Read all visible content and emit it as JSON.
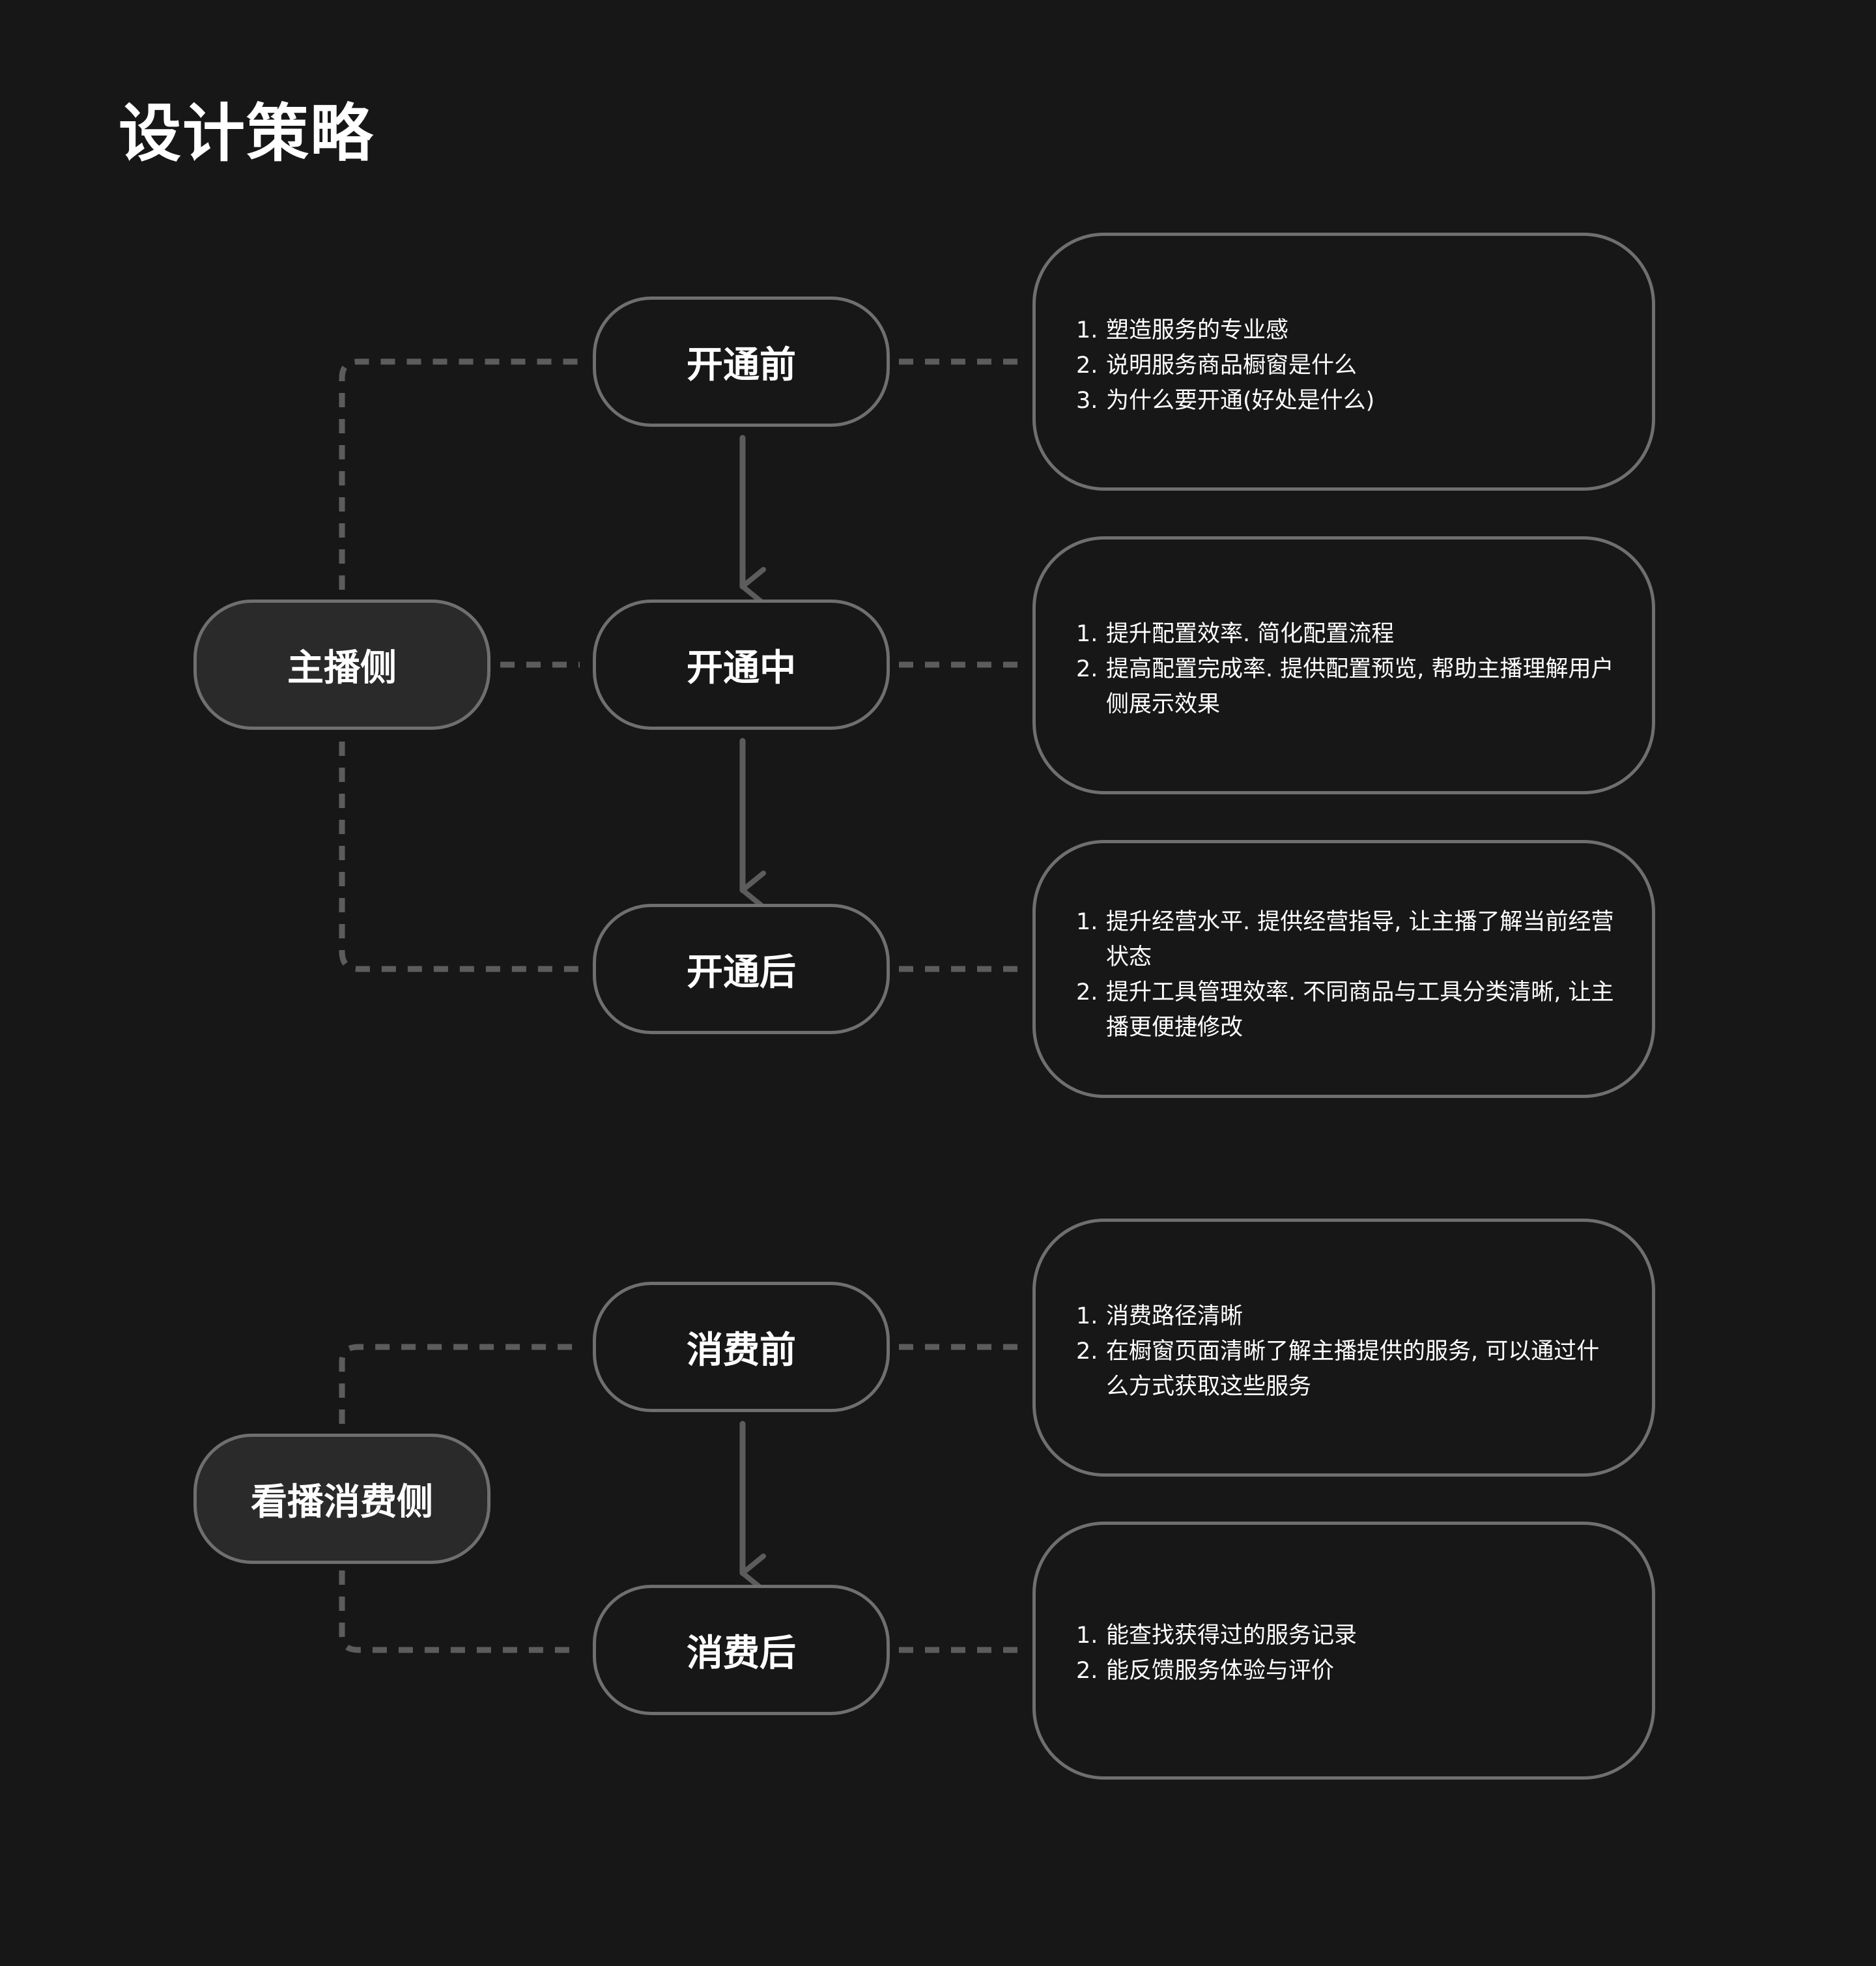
{
  "title": "设计策略",
  "colors": {
    "background": "#171717",
    "border": "#6f6f6f",
    "connector": "#5c5c5c",
    "side_fill": "#2a2a2a",
    "text": "#ffffff"
  },
  "groups": [
    {
      "label": "主播侧",
      "stages": [
        {
          "label": "开通前",
          "points": [
            {
              "num": "1.",
              "text": "塑造服务的专业感"
            },
            {
              "num": "2.",
              "text": "说明服务商品橱窗是什么"
            },
            {
              "num": "3.",
              "text": "为什么要开通(好处是什么)"
            }
          ]
        },
        {
          "label": "开通中",
          "points": [
            {
              "num": "1.",
              "text": "提升配置效率. 简化配置流程"
            },
            {
              "num": "2.",
              "text": "提高配置完成率. 提供配置预览, 帮助主播理解用户侧展示效果"
            }
          ]
        },
        {
          "label": "开通后",
          "points": [
            {
              "num": "1.",
              "text": "提升经营水平. 提供经营指导, 让主播了解当前经营状态"
            },
            {
              "num": "2.",
              "text": "提升工具管理效率. 不同商品与工具分类清晰, 让主播更便捷修改"
            }
          ]
        }
      ]
    },
    {
      "label": "看播消费侧",
      "stages": [
        {
          "label": "消费前",
          "points": [
            {
              "num": "1.",
              "text": "消费路径清晰"
            },
            {
              "num": "2.",
              "text": "在橱窗页面清晰了解主播提供的服务, 可以通过什么方式获取这些服务"
            }
          ]
        },
        {
          "label": "消费后",
          "points": [
            {
              "num": "1.",
              "text": "能查找获得过的服务记录"
            },
            {
              "num": "2.",
              "text": "能反馈服务体验与评价"
            }
          ]
        }
      ]
    }
  ]
}
